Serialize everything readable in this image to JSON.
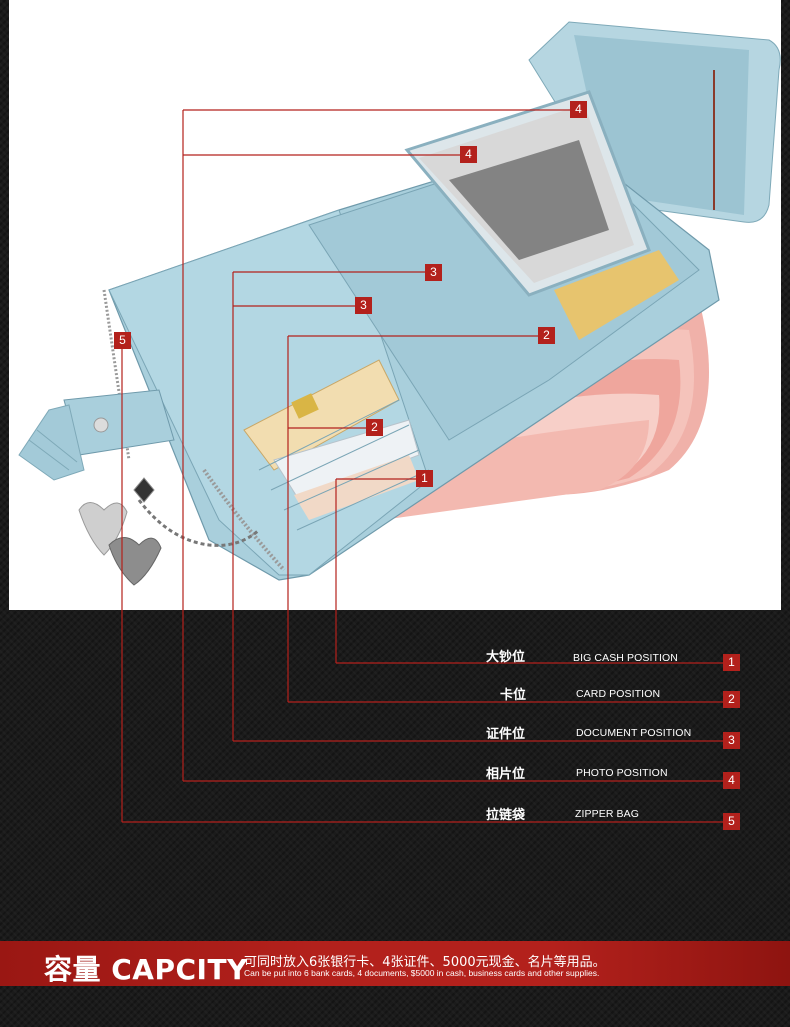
{
  "markers": {
    "m1": "1",
    "m2a": "2",
    "m2b": "2",
    "m3a": "3",
    "m3b": "3",
    "m4a": "4",
    "m4b": "4",
    "m5": "5"
  },
  "legend": [
    {
      "number": "1",
      "cn": "大钞位",
      "en": "BIG CASH POSITION"
    },
    {
      "number": "2",
      "cn": "卡位",
      "en": "CARD POSITION"
    },
    {
      "number": "3",
      "cn": "证件位",
      "en": "DOCUMENT POSITION"
    },
    {
      "number": "4",
      "cn": "相片位",
      "en": "PHOTO POSITION"
    },
    {
      "number": "5",
      "cn": "拉链袋",
      "en": "ZIPPER BAG"
    }
  ],
  "banner": {
    "title": "容量 CAPCITY",
    "line1": "可同时放入6张银行卡、4张证件、5000元现金、名片等用品。",
    "line2": "Can be put into 6 bank cards, 4 documents, $5000 in cash, business cards and other supplies."
  },
  "colors": {
    "accent_red": "#b3211c",
    "wallet_blue": "#a9cfdc",
    "background": "#1b1b1b"
  }
}
